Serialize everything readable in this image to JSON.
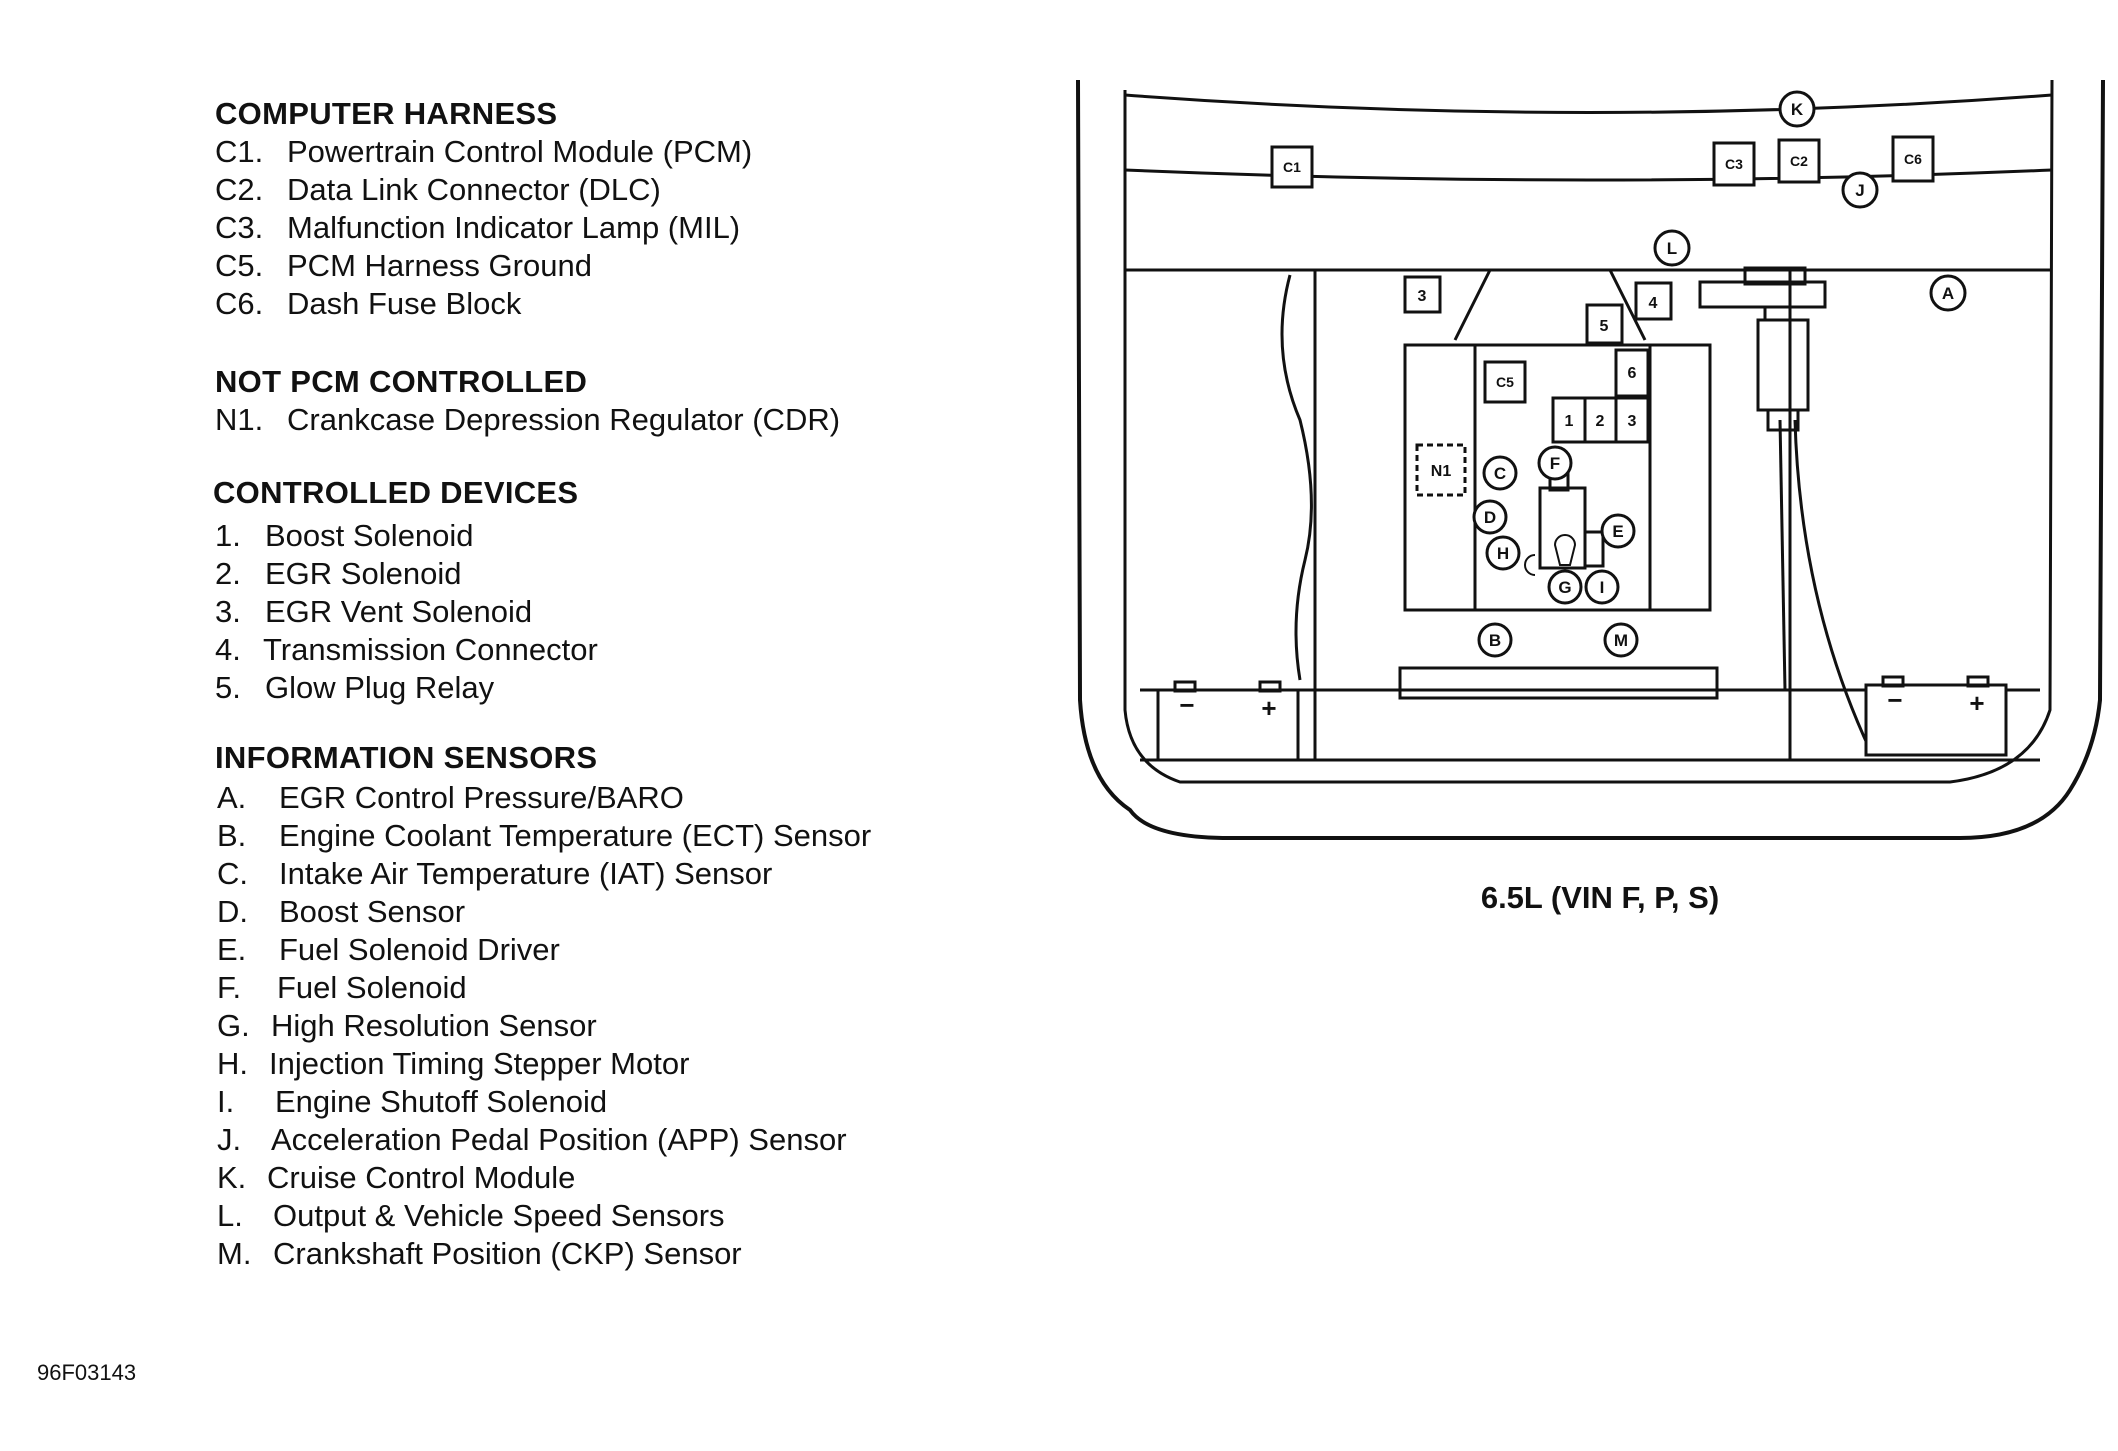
{
  "sections": {
    "computer_harness": {
      "title": "COMPUTER HARNESS",
      "items": [
        {
          "code": "C1.",
          "label": "Powertrain Control Module (PCM)"
        },
        {
          "code": "C2.",
          "label": "Data Link Connector (DLC)"
        },
        {
          "code": "C3.",
          "label": "Malfunction Indicator Lamp (MIL)"
        },
        {
          "code": "C5.",
          "label": "PCM Harness Ground"
        },
        {
          "code": "C6.",
          "label": "Dash Fuse Block"
        }
      ]
    },
    "not_pcm_controlled": {
      "title": "NOT PCM CONTROLLED",
      "items": [
        {
          "code": "N1.",
          "label": "Crankcase Depression Regulator (CDR)"
        }
      ]
    },
    "controlled_devices": {
      "title": "CONTROLLED DEVICES",
      "items": [
        {
          "code": "1.",
          "label": "Boost Solenoid"
        },
        {
          "code": "2.",
          "label": "EGR Solenoid"
        },
        {
          "code": "3.",
          "label": "EGR Vent Solenoid"
        },
        {
          "code": "4.",
          "label": "Transmission Connector"
        },
        {
          "code": "5.",
          "label": "Glow Plug Relay"
        }
      ]
    },
    "information_sensors": {
      "title": "INFORMATION SENSORS",
      "items": [
        {
          "code": "A.",
          "label": "EGR Control Pressure/BARO"
        },
        {
          "code": "B.",
          "label": "Engine Coolant Temperature (ECT) Sensor"
        },
        {
          "code": "C.",
          "label": "Intake Air Temperature (IAT) Sensor"
        },
        {
          "code": "D.",
          "label": "Boost Sensor"
        },
        {
          "code": "E.",
          "label": "Fuel Solenoid Driver"
        },
        {
          "code": "F.",
          "label": "Fuel Solenoid"
        },
        {
          "code": "G.",
          "label": "High Resolution Sensor"
        },
        {
          "code": "H.",
          "label": "Injection Timing Stepper Motor"
        },
        {
          "code": "I.",
          "label": "Engine Shutoff Solenoid"
        },
        {
          "code": "J.",
          "label": "Acceleration Pedal Position (APP) Sensor"
        },
        {
          "code": "K.",
          "label": "Cruise Control Module"
        },
        {
          "code": "L.",
          "label": "Output & Vehicle Speed Sensors"
        },
        {
          "code": "M.",
          "label": "Crankshaft Position (CKP) Sensor"
        }
      ]
    }
  },
  "figure_id": "96F03143",
  "caption": "6.5L (VIN F, P, S)",
  "diagram_labels": {
    "C1": "C1",
    "C2": "C2",
    "C3": "C3",
    "C5": "C5",
    "C6": "C6",
    "N1": "N1",
    "d1": "1",
    "d2": "2",
    "d3": "3",
    "d3b": "3",
    "d4": "4",
    "d5": "5",
    "d6": "6",
    "A": "A",
    "B": "B",
    "C": "C",
    "D": "D",
    "E": "E",
    "F": "F",
    "G": "G",
    "H": "H",
    "I": "I",
    "J": "J",
    "K": "K",
    "L": "L",
    "M": "M",
    "minus": "−",
    "plus": "+"
  }
}
